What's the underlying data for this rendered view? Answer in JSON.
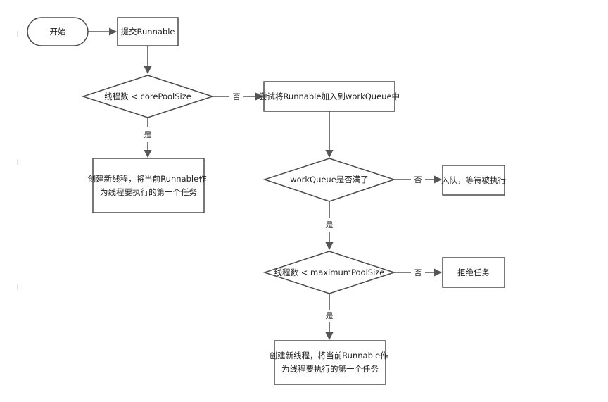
{
  "nodes": {
    "start": "开始",
    "submit": "提交Runnable",
    "check_core": "线程数 < corePoolSize",
    "create_core": [
      "创建新线程，将当前Runnable作",
      "为线程要执行的第一个任务"
    ],
    "try_queue": "尝试将Runnable加入到workQueue中",
    "check_queue": "workQueue是否满了",
    "enqueue": "入队，等待被执行",
    "check_max": "线程数 < maximumPoolSize",
    "reject": "拒绝任务",
    "create_max": [
      "创建新线程，将当前Runnable作",
      "为线程要执行的第一个任务"
    ]
  },
  "edges": {
    "core_no": "否",
    "core_yes": "是",
    "queue_no": "否",
    "queue_yes": "是",
    "max_no": "否",
    "max_yes": "是"
  },
  "colors": {
    "stroke": "#4a4a4a",
    "edge": "#555555",
    "text": "#222222",
    "background": "#ffffff"
  }
}
